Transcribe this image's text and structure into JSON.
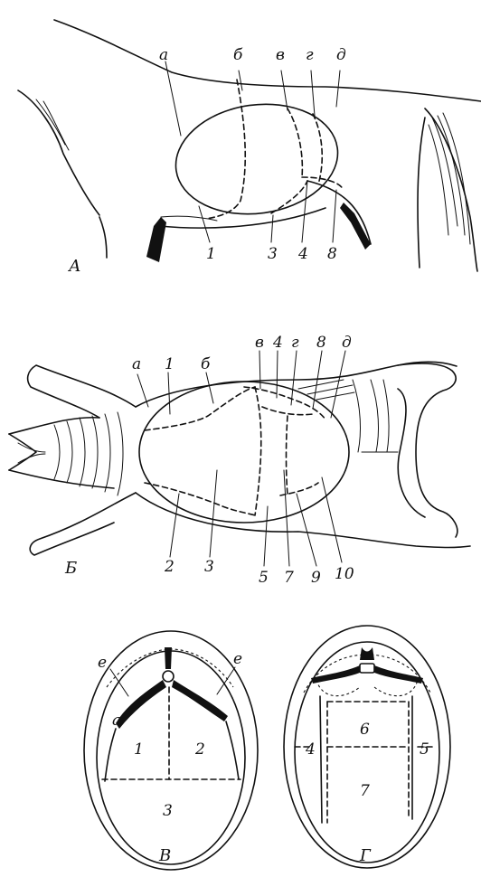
{
  "panels": {
    "A": "А",
    "B": "Б",
    "V": "В",
    "G": "Г"
  },
  "panelA": {
    "letters": {
      "a": "а",
      "b": "б",
      "v": "в",
      "g": "г",
      "d": "д"
    },
    "numbers": {
      "n1": "1",
      "n3": "3",
      "n4": "4",
      "n8": "8"
    }
  },
  "panelB": {
    "letters": {
      "a": "а",
      "b": "б",
      "v": "в",
      "g": "г",
      "d": "д"
    },
    "numbers": {
      "n1": "1",
      "n2": "2",
      "n3": "3",
      "n4": "4",
      "n5": "5",
      "n7": "7",
      "n8": "8",
      "n9": "9",
      "n10": "10"
    }
  },
  "panelV": {
    "letters": {
      "e_left": "е",
      "e_right": "е",
      "a": "а"
    },
    "numbers": {
      "n1": "1",
      "n2": "2",
      "n3": "3"
    }
  },
  "panelG": {
    "numbers": {
      "n4": "4",
      "n5": "5",
      "n6": "6",
      "n7": "7"
    }
  }
}
